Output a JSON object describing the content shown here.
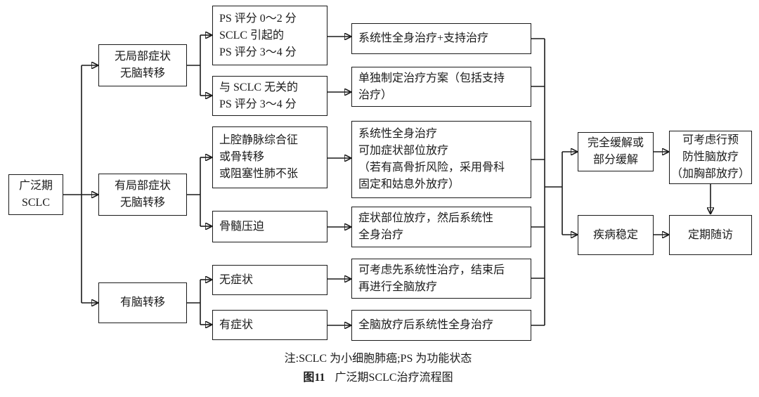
{
  "colors": {
    "ink": "#1a1a1a",
    "background": "#ffffff"
  },
  "nodes": {
    "root": {
      "label": "广泛期\nSCLC"
    },
    "b1": {
      "label": "无局部症状\n无脑转移"
    },
    "b2": {
      "label": "有局部症状\n无脑转移"
    },
    "b3": {
      "label": "有脑转移"
    },
    "c1": {
      "label": "PS 评分 0～2 分\nSCLC 引起的\nPS 评分 3～4 分"
    },
    "c2": {
      "label": "与 SCLC 无关的\nPS 评分 3～4 分"
    },
    "c3": {
      "label": "上腔静脉综合征\n或骨转移\n或阻塞性肺不张"
    },
    "c4": {
      "label": "骨髓压迫"
    },
    "c5": {
      "label": "无症状"
    },
    "c6": {
      "label": "有症状"
    },
    "d1": {
      "label": "系统性全身治疗+支持治疗"
    },
    "d2": {
      "label": "单独制定治疗方案（包括支持\n治疗）"
    },
    "d3": {
      "label": "系统性全身治疗\n可加症状部位放疗\n（若有高骨折风险，采用骨科\n固定和姑息外放疗）"
    },
    "d4": {
      "label": "症状部位放疗，然后系统性\n全身治疗"
    },
    "d5": {
      "label": "可考虑先系统性治疗，结束后\n再进行全脑放疗"
    },
    "d6": {
      "label": "全脑放疗后系统性全身治疗"
    },
    "e1": {
      "label": "完全缓解或\n部分缓解"
    },
    "e2": {
      "label": "疾病稳定"
    },
    "f1": {
      "label": "可考虑行预\n防性脑放疗\n（加胸部放疗）"
    },
    "f2": {
      "label": "定期随访"
    }
  },
  "caption": {
    "note": "注:SCLC 为小细胞肺癌;PS 为功能状态",
    "figure_label": "图11",
    "figure_title": "广泛期SCLC治疗流程图"
  }
}
